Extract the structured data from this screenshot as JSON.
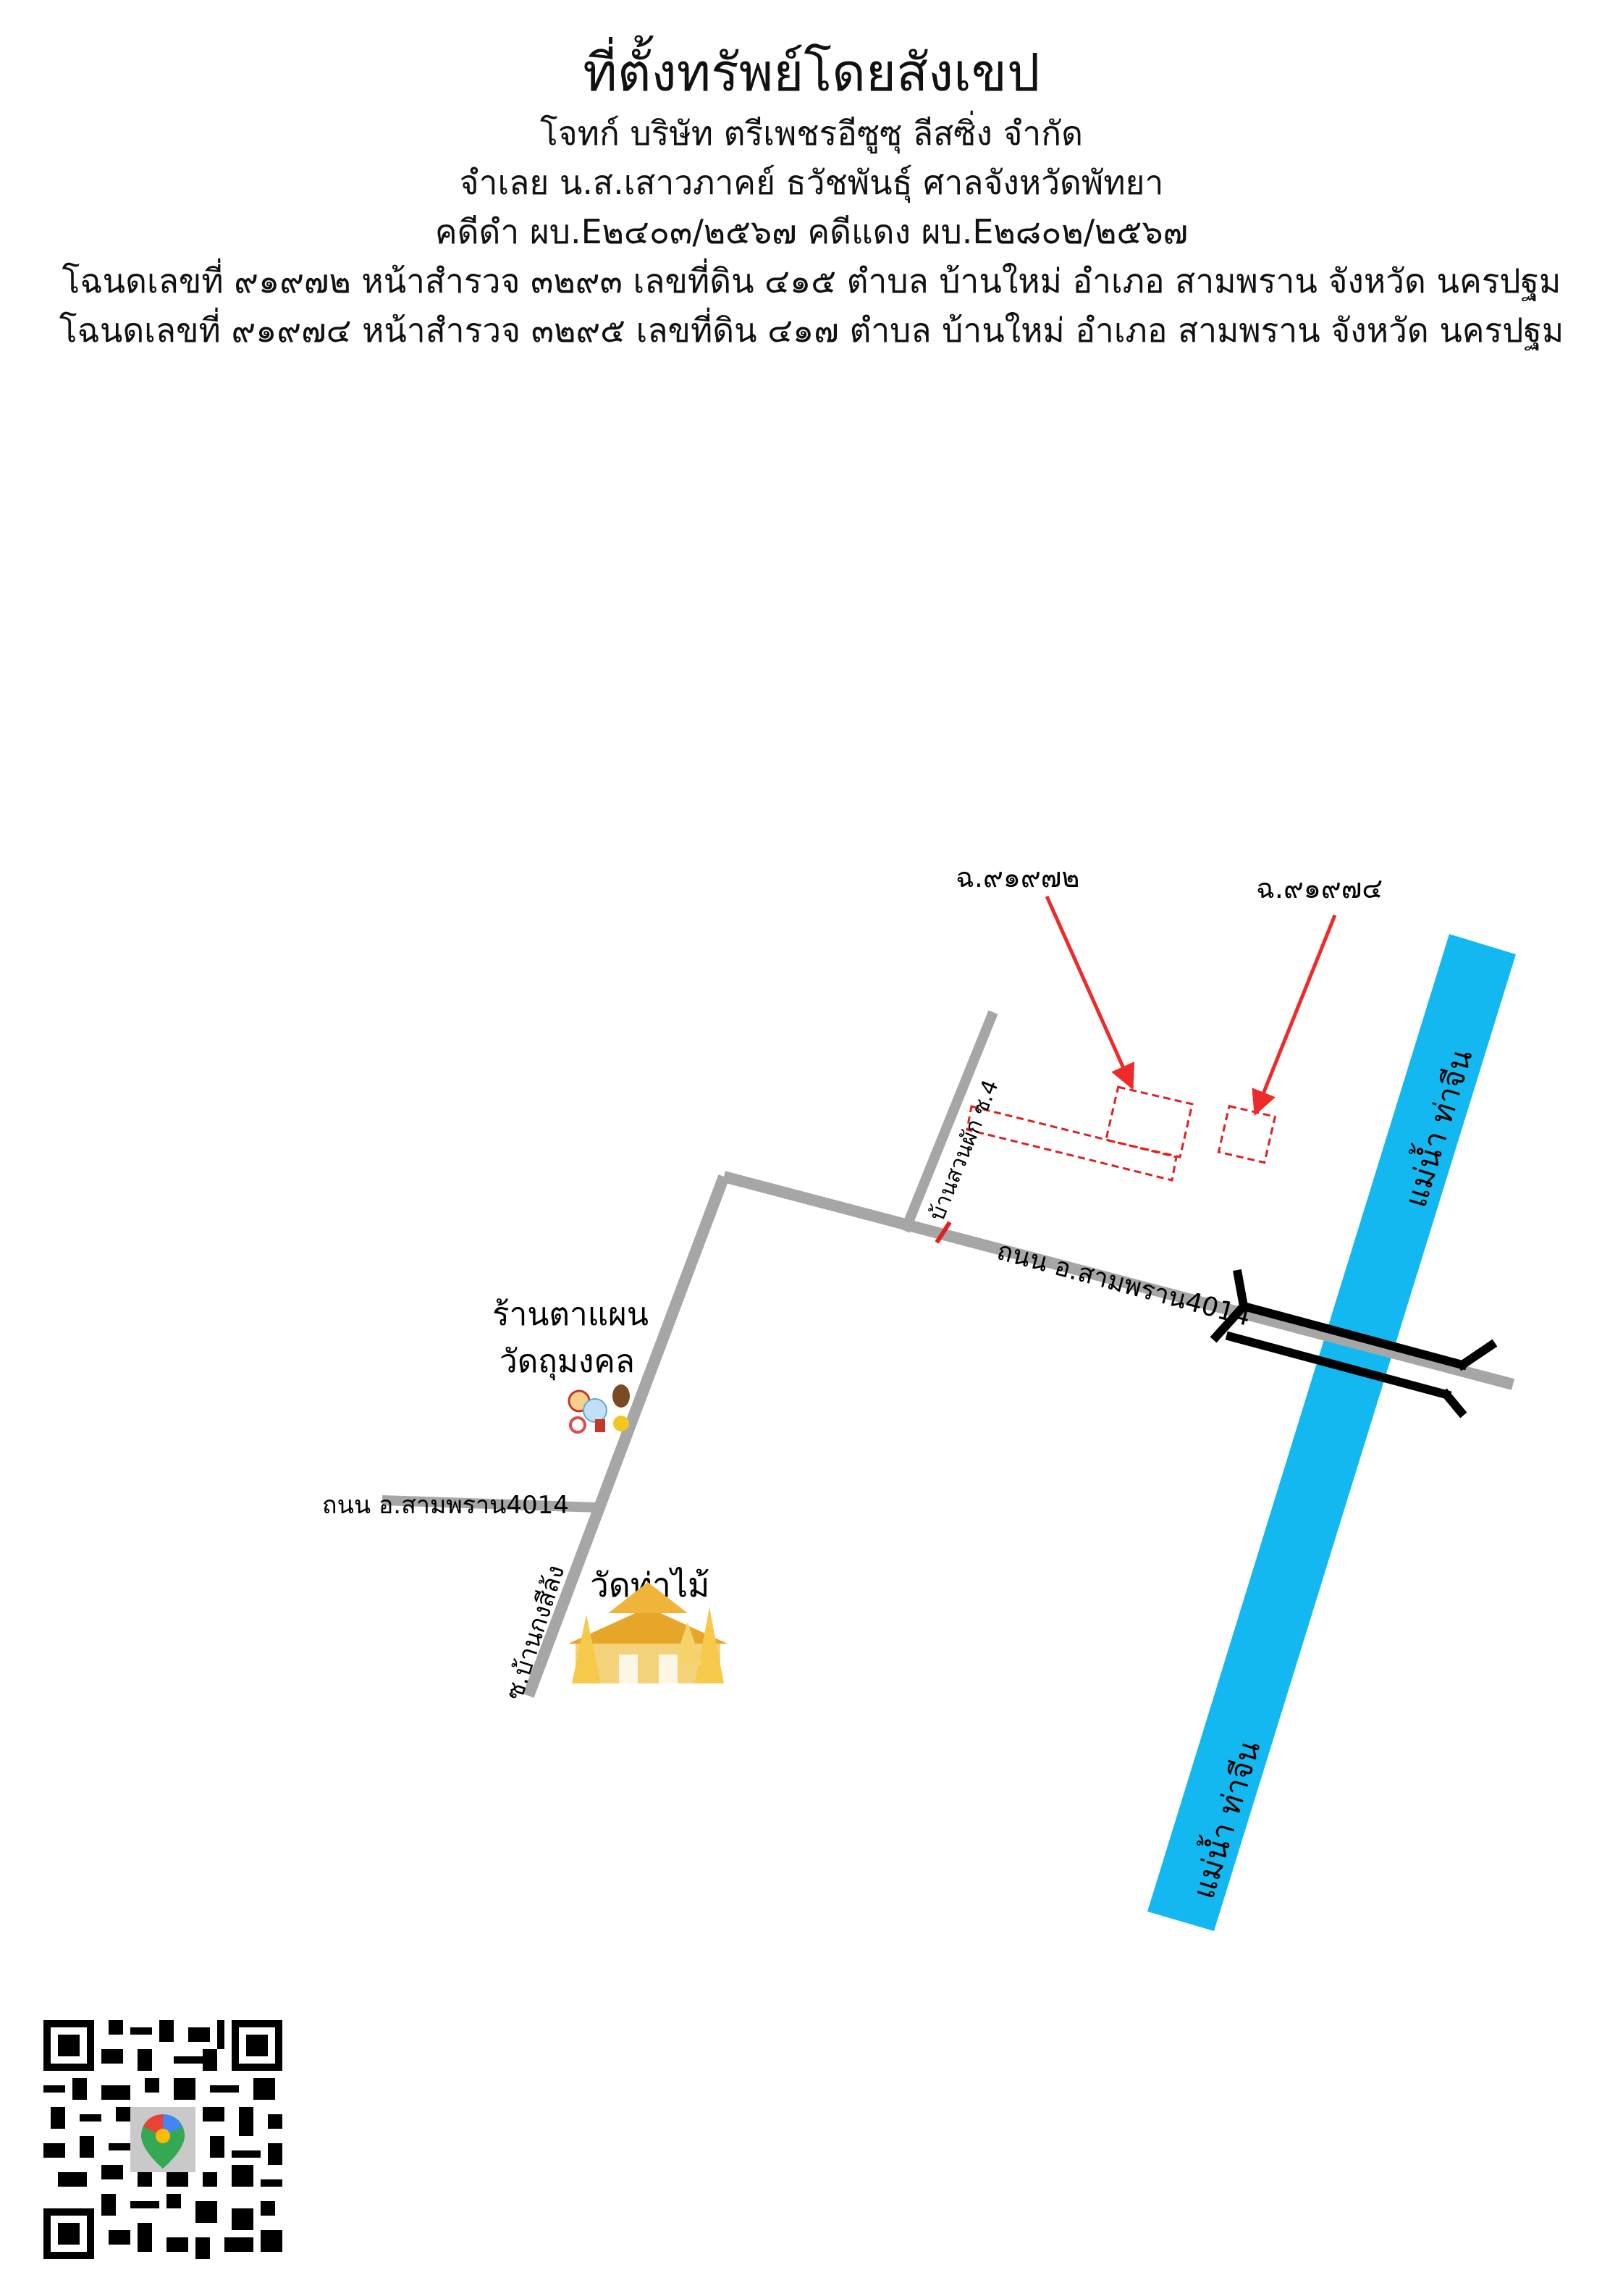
{
  "header": {
    "title": "ที่ตั้งทรัพย์โดยสังเขป",
    "plaintiff": "โจทก์ บริษัท ตรีเพชรอีซูซุ ลีสซิ่ง จำกัด",
    "defendant": "จำเลย น.ส.เสาวภาคย์ ธวัชพันธุ์ ศาลจังหวัดพัทยา",
    "case_numbers": "คดีดำ ผบ.E๒๔๐๓/๒๕๖๗ คดีแดง ผบ.E๒๘๐๒/๒๕๖๗",
    "deed_1": "โฉนดเลขที่ ๙๑๙๗๒ หน้าสำรวจ ๓๒๙๓ เลขที่ดิน ๔๑๕ ตำบล บ้านใหม่ อำเภอ สามพราน จังหวัด นครปฐม",
    "deed_2": "โฉนดเลขที่ ๙๑๙๗๔ หน้าสำรวจ ๓๒๙๕ เลขที่ดิน ๔๑๗ ตำบล บ้านใหม่ อำเภอ สามพราน จังหวัด นครปฐม"
  },
  "map": {
    "plot_label_1": "ฉ.๙๑๙๗๒",
    "plot_label_2": "ฉ.๙๑๙๗๔",
    "soi_label": "บ้านสวนผัก ซ.4",
    "main_road_label": "ถนน อ.สามพราน4014",
    "side_road_label": "ถนน อ.สามพราน4014",
    "soi_bottom_label": "ซ.บ้านกงสีล้ง",
    "shop_label_1": "ร้านตาแผน",
    "shop_label_2": "วัดถุมงคล",
    "temple_label": "วัดท่าไม้",
    "river_label_top": "แม่น้ำ ท่าจีน",
    "river_label_bottom": "แม่น้ำ ท่าจีน"
  },
  "colors": {
    "road": "#a6a6a6",
    "river": "#14b8f0",
    "plot": "#e02020",
    "arrow": "#ee2a2a",
    "bridge": "#000000"
  },
  "icons": {
    "shop": "amulet-shop-icon",
    "temple": "temple-icon",
    "qr": "qr-code-icon",
    "pin": "map-pin-icon"
  }
}
